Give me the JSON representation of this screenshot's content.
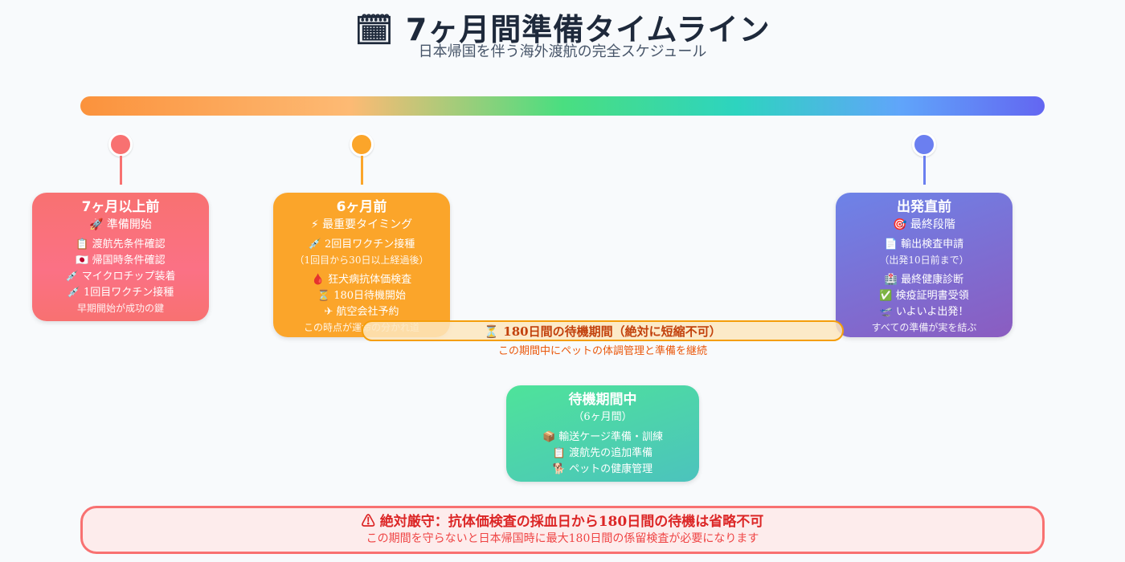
{
  "header": {
    "title": "🗓 7ヶ月間準備タイムライン",
    "subtitle": "日本帰国を伴う海外渡航の完全スケジュール"
  },
  "colors": {
    "phase1": "#f87171",
    "phase2": "#fba52a",
    "phase3": "#6b7ff0",
    "waiting": "#4ade80",
    "warning": "#dc2626"
  },
  "phases": [
    {
      "title": "7ヶ月以上前",
      "subtitle": "🚀 準備開始",
      "items": [
        "📋 渡航先条件確認",
        "🇯🇵 帰国時条件確認",
        "💉 マイクロチップ装着",
        "💉 1回目ワクチン接種"
      ],
      "note": "早期開始が成功の鍵"
    },
    {
      "title": "6ヶ月前",
      "subtitle": "⚡ 最重要タイミング",
      "item1": "💉 2回目ワクチン接種",
      "item1_note": "（1回目から30日以上経過後）",
      "items": [
        "🩸 狂犬病抗体価検査",
        "⏳ 180日待機開始",
        "✈ 航空会社予約"
      ],
      "note": "この時点が運命の分かれ道"
    },
    {
      "title": "出発直前",
      "subtitle": "🎯 最終段階",
      "item1": "📄 輸出検査申請",
      "item1_note": "（出発10日前まで）",
      "items": [
        "🏥 最終健康診断",
        "✅ 検疫証明書受領",
        "🛫 いよいよ出発！"
      ],
      "note": "すべての準備が実を結ぶ"
    }
  ],
  "waiting_banner": {
    "title": "⏳ 180日間の待機期間（絶対に短縮不可）",
    "subtitle": "この期間中にペットの体調管理と準備を継続"
  },
  "waiting_card": {
    "title": "待機期間中",
    "subtitle": "（6ヶ月間）",
    "items": [
      "📦 輸送ケージ準備・訓練",
      "📋 渡航先の追加準備",
      "🐕 ペットの健康管理"
    ]
  },
  "warning": {
    "title": "⚠ 絶対厳守：抗体価検査の採血日から180日間の待機は省略不可",
    "subtitle": "この期間を守らないと日本帰国時に最大180日間の係留検査が必要になります"
  }
}
